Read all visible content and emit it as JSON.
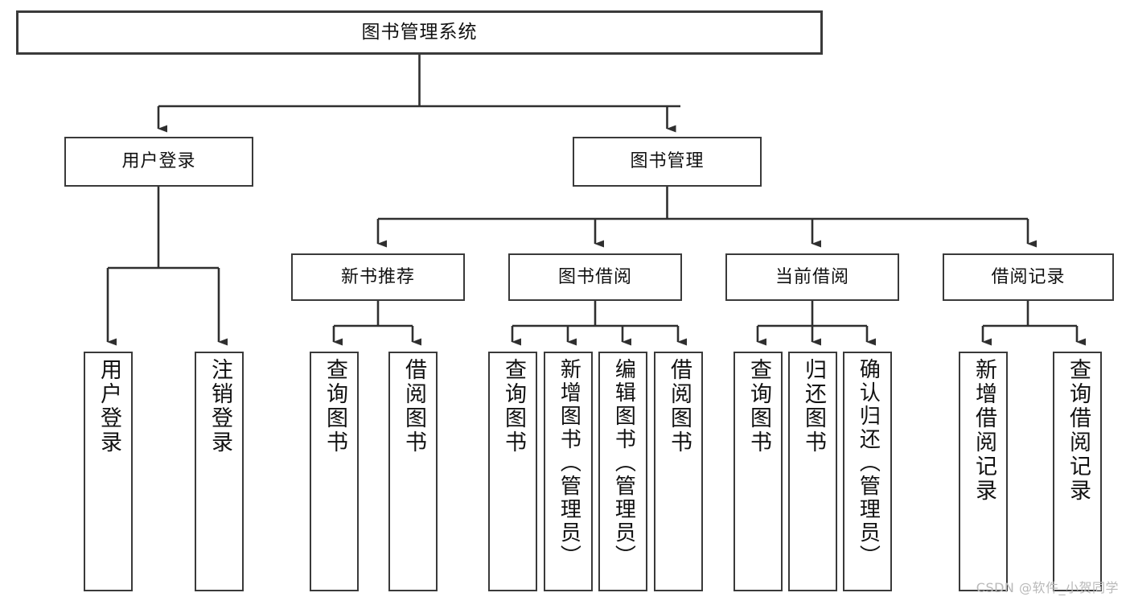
{
  "diagram": {
    "type": "tree-hierarchy-chart",
    "title": "图书管理系统",
    "root": {
      "label": "图书管理系统"
    },
    "level2": [
      {
        "id": "user-login",
        "label": "用户登录"
      },
      {
        "id": "book-management",
        "label": "图书管理"
      }
    ],
    "level3": [
      {
        "id": "new-book-recommend",
        "label": "新书推荐"
      },
      {
        "id": "book-borrow",
        "label": "图书借阅"
      },
      {
        "id": "current-borrow",
        "label": "当前借阅"
      },
      {
        "id": "borrow-record",
        "label": "借阅记录"
      }
    ],
    "leaves": {
      "user_login": [
        {
          "id": "leaf-user-login",
          "label": "用户登录"
        },
        {
          "id": "leaf-logout-login",
          "label": "注销登录"
        }
      ],
      "new_book_recommend": [
        {
          "id": "leaf-query-book-1",
          "label": "查询图书"
        },
        {
          "id": "leaf-borrow-book-1",
          "label": "借阅图书"
        }
      ],
      "book_borrow": [
        {
          "id": "leaf-query-book-2",
          "label": "查询图书"
        },
        {
          "id": "leaf-add-book",
          "label": "新增图书（管理员）"
        },
        {
          "id": "leaf-edit-book",
          "label": "编辑图书（管理员）"
        },
        {
          "id": "leaf-borrow-book-2",
          "label": "借阅图书"
        }
      ],
      "current_borrow": [
        {
          "id": "leaf-query-book-3",
          "label": "查询图书"
        },
        {
          "id": "leaf-return-book",
          "label": "归还图书"
        },
        {
          "id": "leaf-confirm-return",
          "label": "确认归还（管理员）"
        }
      ],
      "borrow_record": [
        {
          "id": "leaf-add-record",
          "label": "新增借阅记录"
        },
        {
          "id": "leaf-query-record",
          "label": "查询借阅记录"
        }
      ]
    },
    "colors": {
      "border": "#3a3a3a",
      "text": "#111111",
      "background": "#ffffff",
      "watermark": "#b9b9b9"
    }
  },
  "watermark": {
    "text": "CSDN @软件_小贺同学"
  }
}
